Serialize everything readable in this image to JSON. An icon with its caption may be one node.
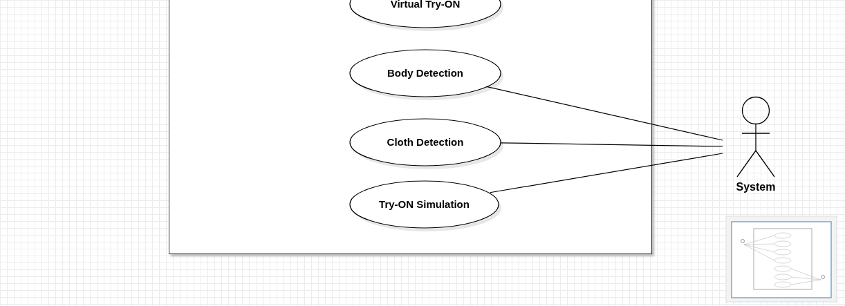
{
  "diagram": {
    "nodes": [
      {
        "text": [],
        "shape": "box"
      },
      {
        "text": [
          "Virtual Try-ON"
        ],
        "in": 0
      },
      {
        "text": [
          "Body Detection"
        ],
        "in": 0
      },
      {
        "text": [
          "Cloth Detection"
        ],
        "in": 0
      },
      {
        "text": [
          "Try-ON Simulation"
        ],
        "in": 0
      },
      {
        "text": [
          "System"
        ]
      }
    ],
    "edges": [
      {
        "from": 2,
        "to": 5,
        "arrow": "none"
      },
      {
        "from": 3,
        "to": 5,
        "arrow": "none"
      },
      {
        "from": 4,
        "to": 5,
        "arrow": "none"
      }
    ]
  }
}
